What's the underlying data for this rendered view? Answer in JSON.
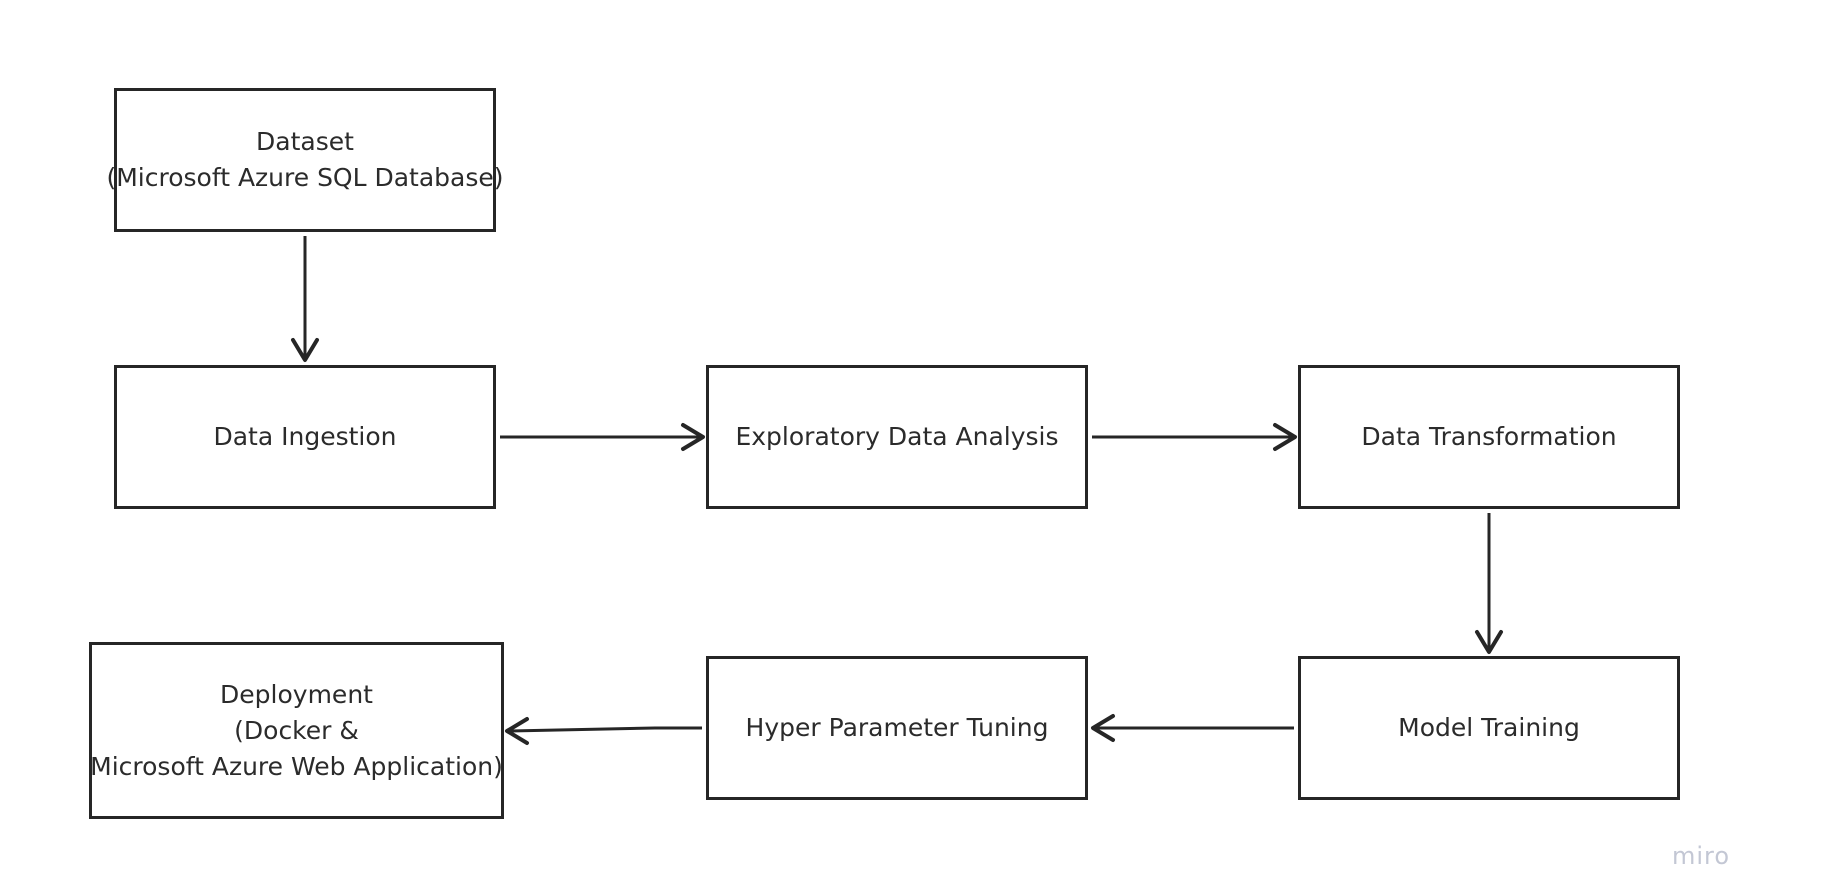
{
  "diagram": {
    "nodes": [
      {
        "id": "dataset",
        "lines": [
          "Dataset",
          "(Microsoft Azure SQL Database)"
        ]
      },
      {
        "id": "ingestion",
        "lines": [
          "Data Ingestion"
        ]
      },
      {
        "id": "eda",
        "lines": [
          "Exploratory Data Analysis"
        ]
      },
      {
        "id": "transform",
        "lines": [
          "Data Transformation"
        ]
      },
      {
        "id": "training",
        "lines": [
          "Model Training"
        ]
      },
      {
        "id": "tuning",
        "lines": [
          "Hyper Parameter Tuning"
        ]
      },
      {
        "id": "deployment",
        "lines": [
          "Deployment",
          "(Docker &",
          "Microsoft Azure Web Application)"
        ]
      }
    ],
    "edges": [
      {
        "from": "dataset",
        "to": "ingestion"
      },
      {
        "from": "ingestion",
        "to": "eda"
      },
      {
        "from": "eda",
        "to": "transform"
      },
      {
        "from": "transform",
        "to": "training"
      },
      {
        "from": "training",
        "to": "tuning"
      },
      {
        "from": "tuning",
        "to": "deployment"
      }
    ]
  },
  "watermark": "miro",
  "colors": {
    "stroke": "#262626",
    "text": "#2b2b2b",
    "watermark": "#c3c7d4"
  }
}
